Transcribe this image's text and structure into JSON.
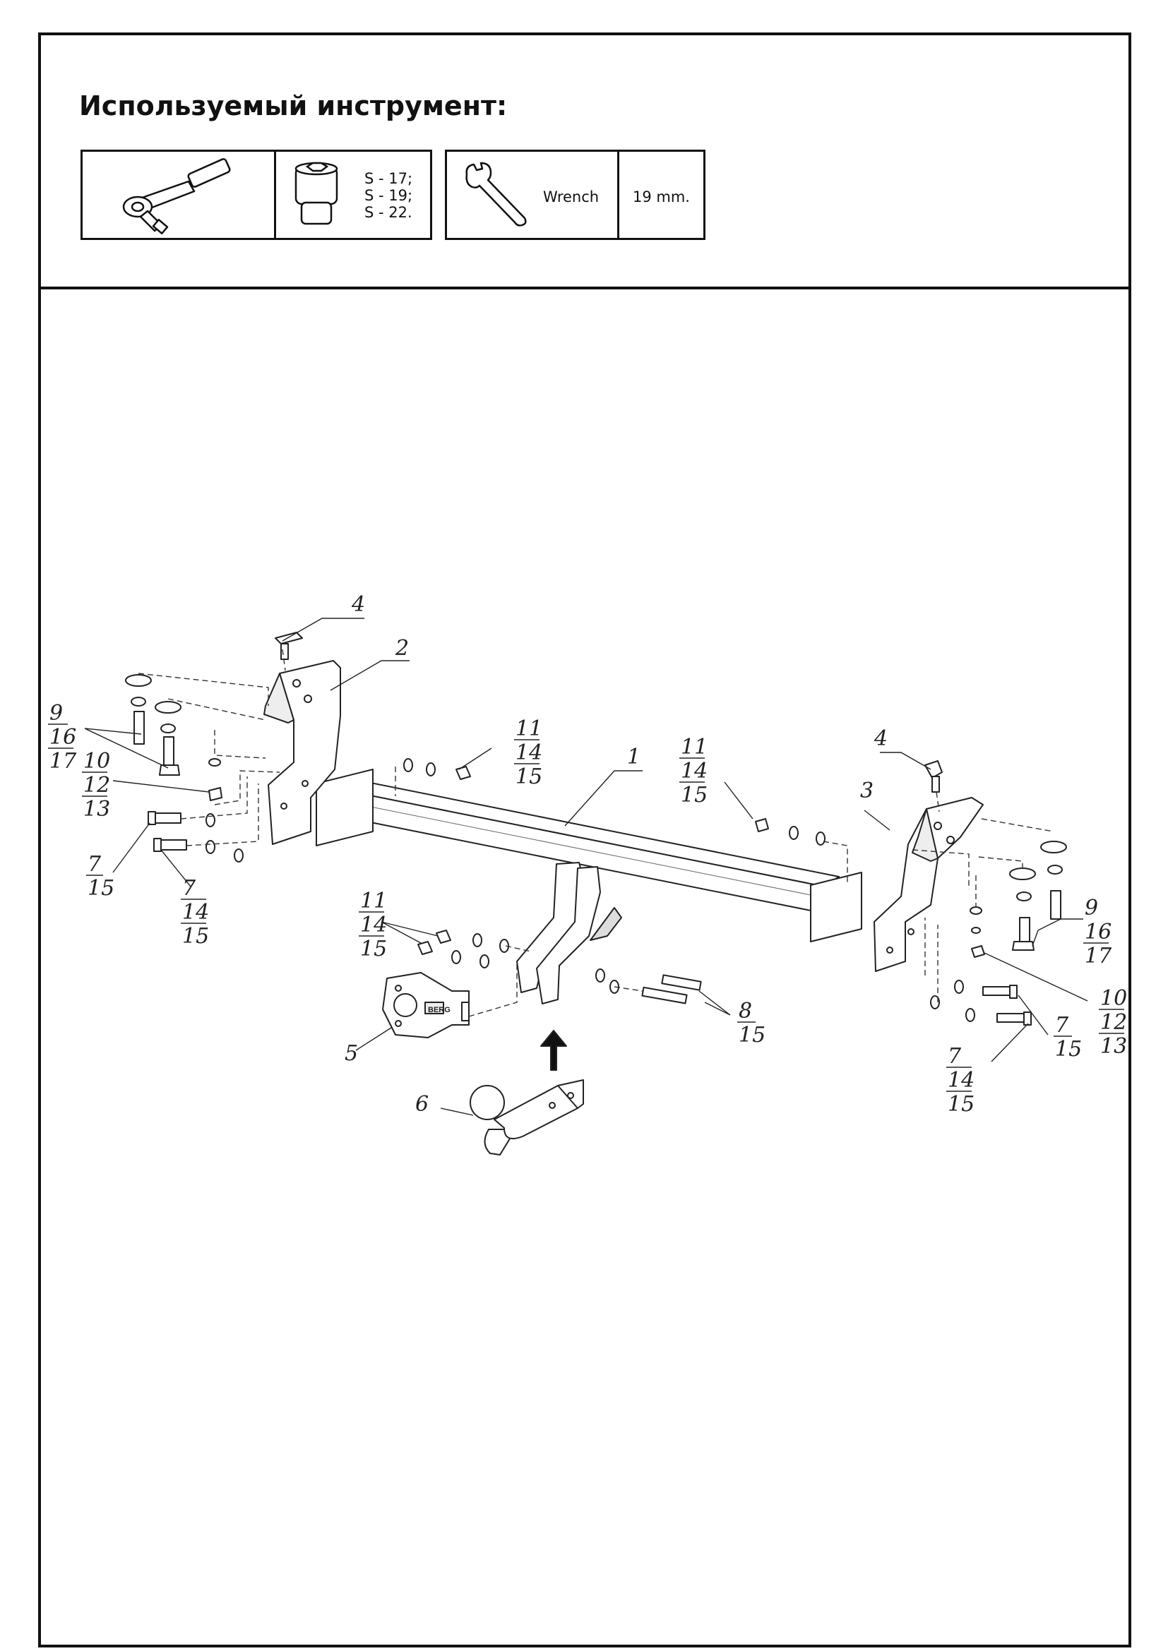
{
  "header": {
    "title": "Используемый инструмент:"
  },
  "tools": {
    "socket_sizes": [
      "S - 17;",
      "S - 19;",
      "S - 22."
    ],
    "wrench_label": "Wrench",
    "wrench_size": "19 mm."
  },
  "icons": [
    "ratchet-icon",
    "socket-icon",
    "wrench-icon"
  ],
  "diagram": {
    "callouts": {
      "part1": "1",
      "part2": "2",
      "part3": "3",
      "part4_left": "4",
      "part4_right": "4",
      "part5": "5",
      "part6": "6",
      "group_left_9": [
        "9",
        "16",
        "17"
      ],
      "group_left_10": [
        "10",
        "12",
        "13"
      ],
      "group_left_7a": [
        "7",
        "15"
      ],
      "group_left_7b": [
        "7",
        "14",
        "15"
      ],
      "group_mid_11": [
        "11",
        "14",
        "15"
      ],
      "group_left_11": [
        "11",
        "14",
        "15"
      ],
      "group_right_11": [
        "11",
        "14",
        "15"
      ],
      "group_8": [
        "8",
        "15"
      ],
      "group_right_9": [
        "9",
        "16",
        "17"
      ],
      "group_right_10": [
        "10",
        "12",
        "13"
      ],
      "group_right_7a": [
        "7",
        "15"
      ],
      "group_right_7b": [
        "7",
        "14",
        "15"
      ]
    },
    "socket_brand": "BERG"
  }
}
